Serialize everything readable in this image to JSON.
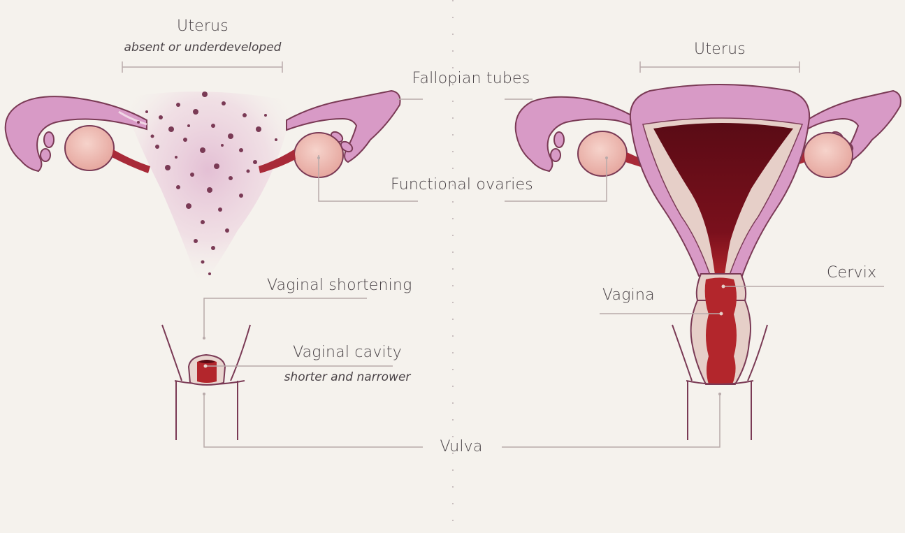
{
  "left": {
    "uterus_label": "Uterus",
    "uterus_note": "absent or underdeveloped",
    "vaginal_shortening_label": "Vaginal shortening",
    "vaginal_cavity_label": "Vaginal cavity",
    "vaginal_cavity_note": "shorter and narrower"
  },
  "shared": {
    "fallopian_tubes_label": "Fallopian tubes",
    "functional_ovaries_label": "Functional ovaries",
    "vulva_label": "Vulva"
  },
  "right": {
    "uterus_label": "Uterus",
    "cervix_label": "Cervix",
    "vagina_label": "Vagina"
  },
  "colors": {
    "background": "#f5f2ed",
    "tube_pink": "#d89ac6",
    "tube_outline": "#7a3a55",
    "ovary": "#f0c0b8",
    "ligament": "#a82a38",
    "uterus_lining": "#6b0f1a",
    "vaginal_red": "#b3262c",
    "leader_line": "#b8aaaa",
    "text": "#4a4347"
  }
}
